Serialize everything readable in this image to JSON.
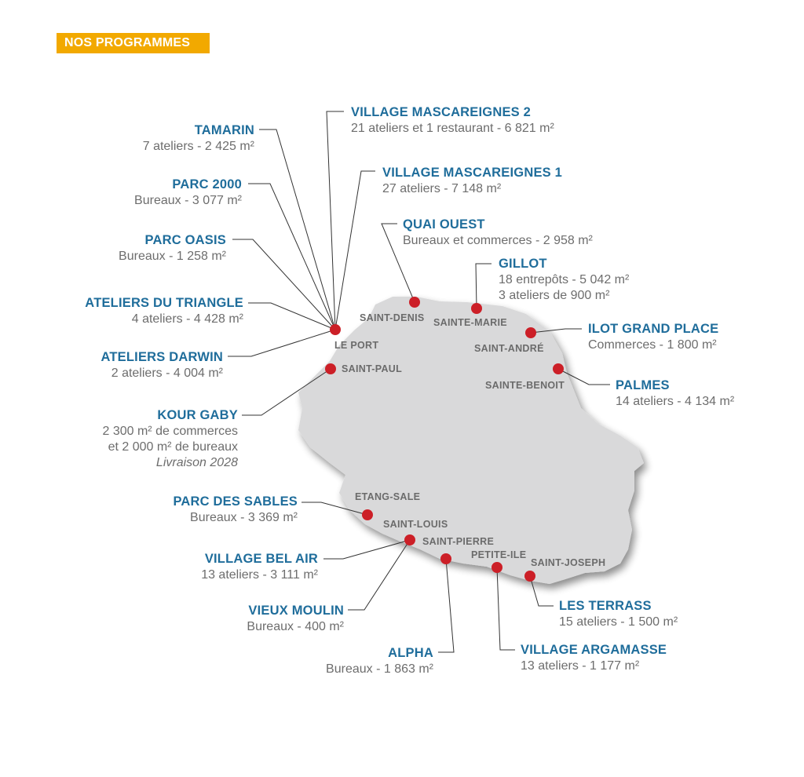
{
  "header": {
    "title": "NOS PROGRAMMES"
  },
  "colors": {
    "accent": "#f2a900",
    "title_blue": "#1f6d9b",
    "marker_red": "#cc1f27",
    "island_gray": "#d9d9da"
  },
  "cities": {
    "saint_denis": "SAINT-DENIS",
    "sainte_marie": "SAINTE-MARIE",
    "le_port": "LE PORT",
    "saint_andre": "SAINT-ANDRÉ",
    "saint_paul": "SAINT-PAUL",
    "sainte_benoit": "SAINTE-BENOIT",
    "etang_sale": "ETANG-SALE",
    "saint_louis": "SAINT-LOUIS",
    "saint_pierre": "SAINT-PIERRE",
    "petite_ile": "PETITE-ILE",
    "saint_joseph": "SAINT-JOSEPH"
  },
  "programs": {
    "tamarin": {
      "title": "TAMARIN",
      "detail": "7 ateliers - 2 425 m²"
    },
    "parc_2000": {
      "title": "PARC 2000",
      "detail": "Bureaux - 3 077 m²"
    },
    "parc_oasis": {
      "title": "PARC OASIS",
      "detail": "Bureaux - 1 258 m²"
    },
    "ateliers_triangle": {
      "title": "ATELIERS DU TRIANGLE",
      "detail": "4 ateliers - 4 428 m²"
    },
    "ateliers_darwin": {
      "title": "ATELIERS DARWIN",
      "detail": "2 ateliers - 4 004 m²"
    },
    "kour_gaby": {
      "title": "KOUR GABY",
      "detail_1": "2 300 m² de commerces",
      "detail_2": "et 2 000 m² de bureaux",
      "note": "Livraison 2028"
    },
    "parc_sables": {
      "title": "PARC DES SABLES",
      "detail": "Bureaux - 3 369 m²"
    },
    "village_bel_air": {
      "title": "VILLAGE BEL AIR",
      "detail": "13 ateliers - 3 111 m²"
    },
    "vieux_moulin": {
      "title": "VIEUX MOULIN",
      "detail": "Bureaux - 400 m²"
    },
    "alpha": {
      "title": "ALPHA",
      "detail": "Bureaux - 1 863 m²"
    },
    "village_mascareignes_2": {
      "title": "VILLAGE MASCAREIGNES 2",
      "detail": "21 ateliers et 1 restaurant - 6 821 m²"
    },
    "village_mascareignes_1": {
      "title": "VILLAGE MASCAREIGNES 1",
      "detail": "27 ateliers - 7 148 m²"
    },
    "quai_ouest": {
      "title": "QUAI OUEST",
      "detail": "Bureaux et commerces - 2 958 m²"
    },
    "gillot": {
      "title": "GILLOT",
      "detail_1": "18 entrepôts - 5 042 m²",
      "detail_2": "3 ateliers de 900 m²"
    },
    "ilot_grand_place": {
      "title": "ILOT GRAND PLACE",
      "detail": "Commerces - 1 800 m²"
    },
    "palmes": {
      "title": "PALMES",
      "detail": "14 ateliers - 4 134 m²"
    },
    "les_terrass": {
      "title": "LES TERRASS",
      "detail": "15 ateliers - 1 500 m²"
    },
    "village_argamasse": {
      "title": "VILLAGE ARGAMASSE",
      "detail": "13 ateliers - 1 177 m²"
    }
  }
}
